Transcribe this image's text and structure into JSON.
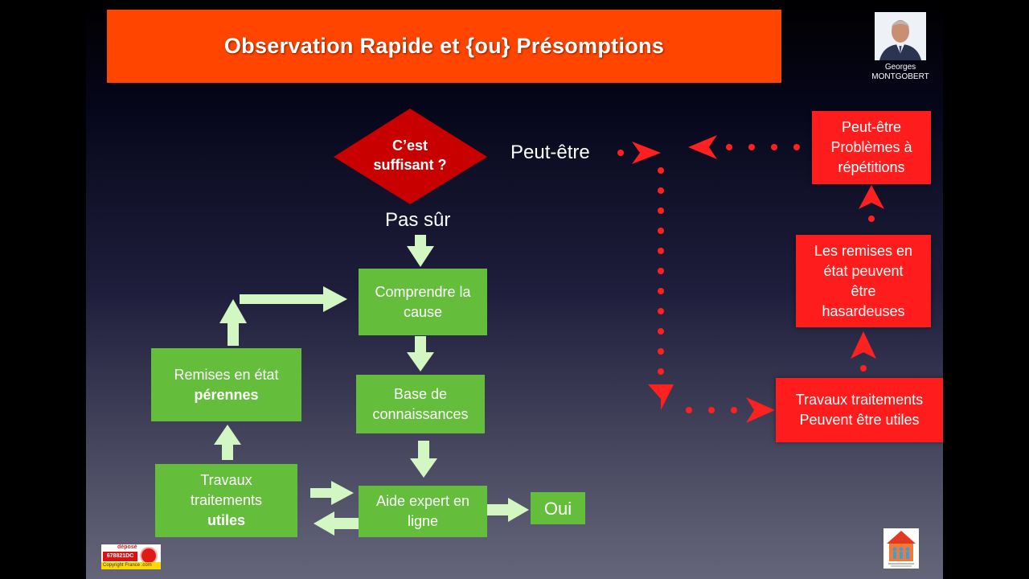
{
  "header": {
    "title": "Observation Rapide et {ou} Présomptions"
  },
  "author": {
    "first_name": "Georges",
    "last_name": "MONTGOBERT"
  },
  "decision": {
    "text": "C’est suffisant ?"
  },
  "labels": {
    "maybe": "Peut-être",
    "unsure": "Pas sûr"
  },
  "green_boxes": {
    "understand": "Comprendre la cause",
    "knowledge": "Base de connaissances",
    "expert": "Aide expert en ligne",
    "yes": "Oui",
    "repairs_prefix": "Remises en état",
    "repairs_bold": "pérennes",
    "works_prefix": "Travaux traitements",
    "works_bold": "utiles"
  },
  "red_boxes": {
    "problems": "Peut-être Problèmes à répétitions",
    "risky": "Les remises en état peuvent être hasardeuses",
    "useful_line1": "Travaux traitements",
    "useful_line2": "Peuvent être utiles"
  },
  "copyright_stamp": {
    "line1": "déposé",
    "line2": "678821DC",
    "line3": "Copyright France .com"
  },
  "colors": {
    "title_bar": "#ff4500",
    "green_box": "#64bd3b",
    "red_box": "#fe1c1c",
    "decision_diamond": "#c80000",
    "green_arrow": "#d3f7c2",
    "red_arrow": "#ff2020"
  }
}
